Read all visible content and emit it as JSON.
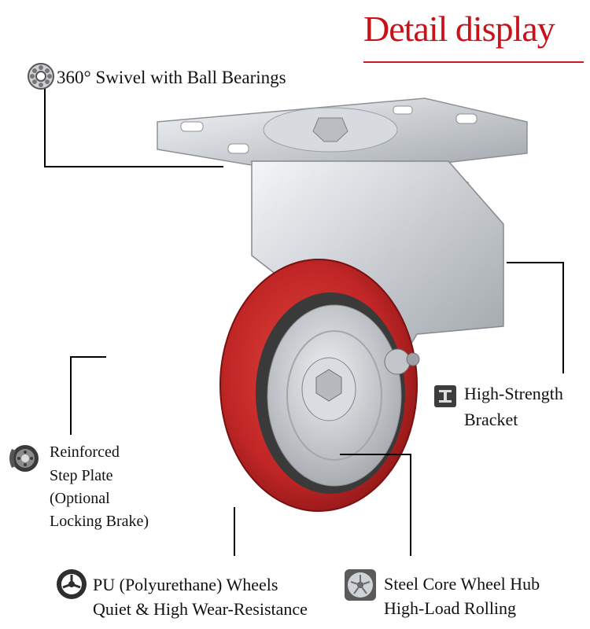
{
  "header": {
    "title": "Detail display"
  },
  "callouts": {
    "swivel": {
      "label": "360° Swivel with Ball Bearings",
      "icon": "ball-bearing-icon"
    },
    "bracket": {
      "line1": "High-Strength",
      "line2": "Bracket",
      "icon": "i-beam-icon"
    },
    "brake": {
      "line1": "Reinforced",
      "line2": "Step Plate",
      "line3": "(Optional",
      "line4": "Locking Brake)",
      "icon": "brake-disc-icon"
    },
    "wheel": {
      "line1": "PU (Polyurethane) Wheels",
      "line2": "Quiet & High Wear-Resistance",
      "icon": "wheel-icon"
    },
    "hub": {
      "line1": "Steel Core Wheel Hub",
      "line2": "High-Load Rolling",
      "icon": "hub-icon"
    }
  },
  "colors": {
    "title_red": "#c8121a",
    "wheel_red": "#c62a2a",
    "spring_yellow": "#e8c21e",
    "steel": "#cfd3d8"
  }
}
